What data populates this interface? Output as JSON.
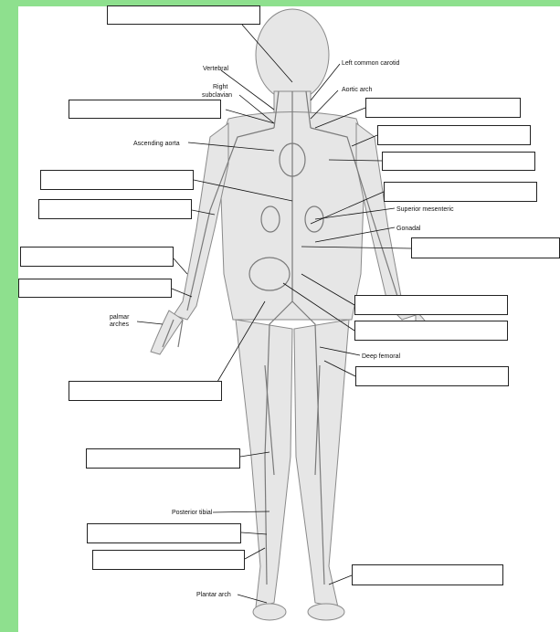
{
  "colors": {
    "background": "#8ee08e",
    "sheet": "#ffffff"
  },
  "labels": {
    "vertebral": "Vertebral",
    "left_common_carotid": "Left common carotid",
    "right_subclavian_1": "Right",
    "right_subclavian_2": "subclavian",
    "aortic_arch": "Aortic arch",
    "ascending_aorta": "Ascending aorta",
    "superior_mesenteric": "Superior mesenteric",
    "gonadal": "Gonadal",
    "palmar_arches_1": "palmar",
    "palmar_arches_2": "arches",
    "deep_femoral": "Deep femoral",
    "posterior_tibial": "Posterior tibial",
    "plantar_arch": "Plantar arch"
  },
  "blank_boxes": [
    "box-1",
    "box-2",
    "box-3",
    "box-4",
    "box-5",
    "box-6",
    "box-7",
    "box-8",
    "box-9",
    "box-10",
    "box-11",
    "box-12",
    "box-13",
    "box-14",
    "box-15",
    "box-16",
    "box-17",
    "box-18"
  ]
}
